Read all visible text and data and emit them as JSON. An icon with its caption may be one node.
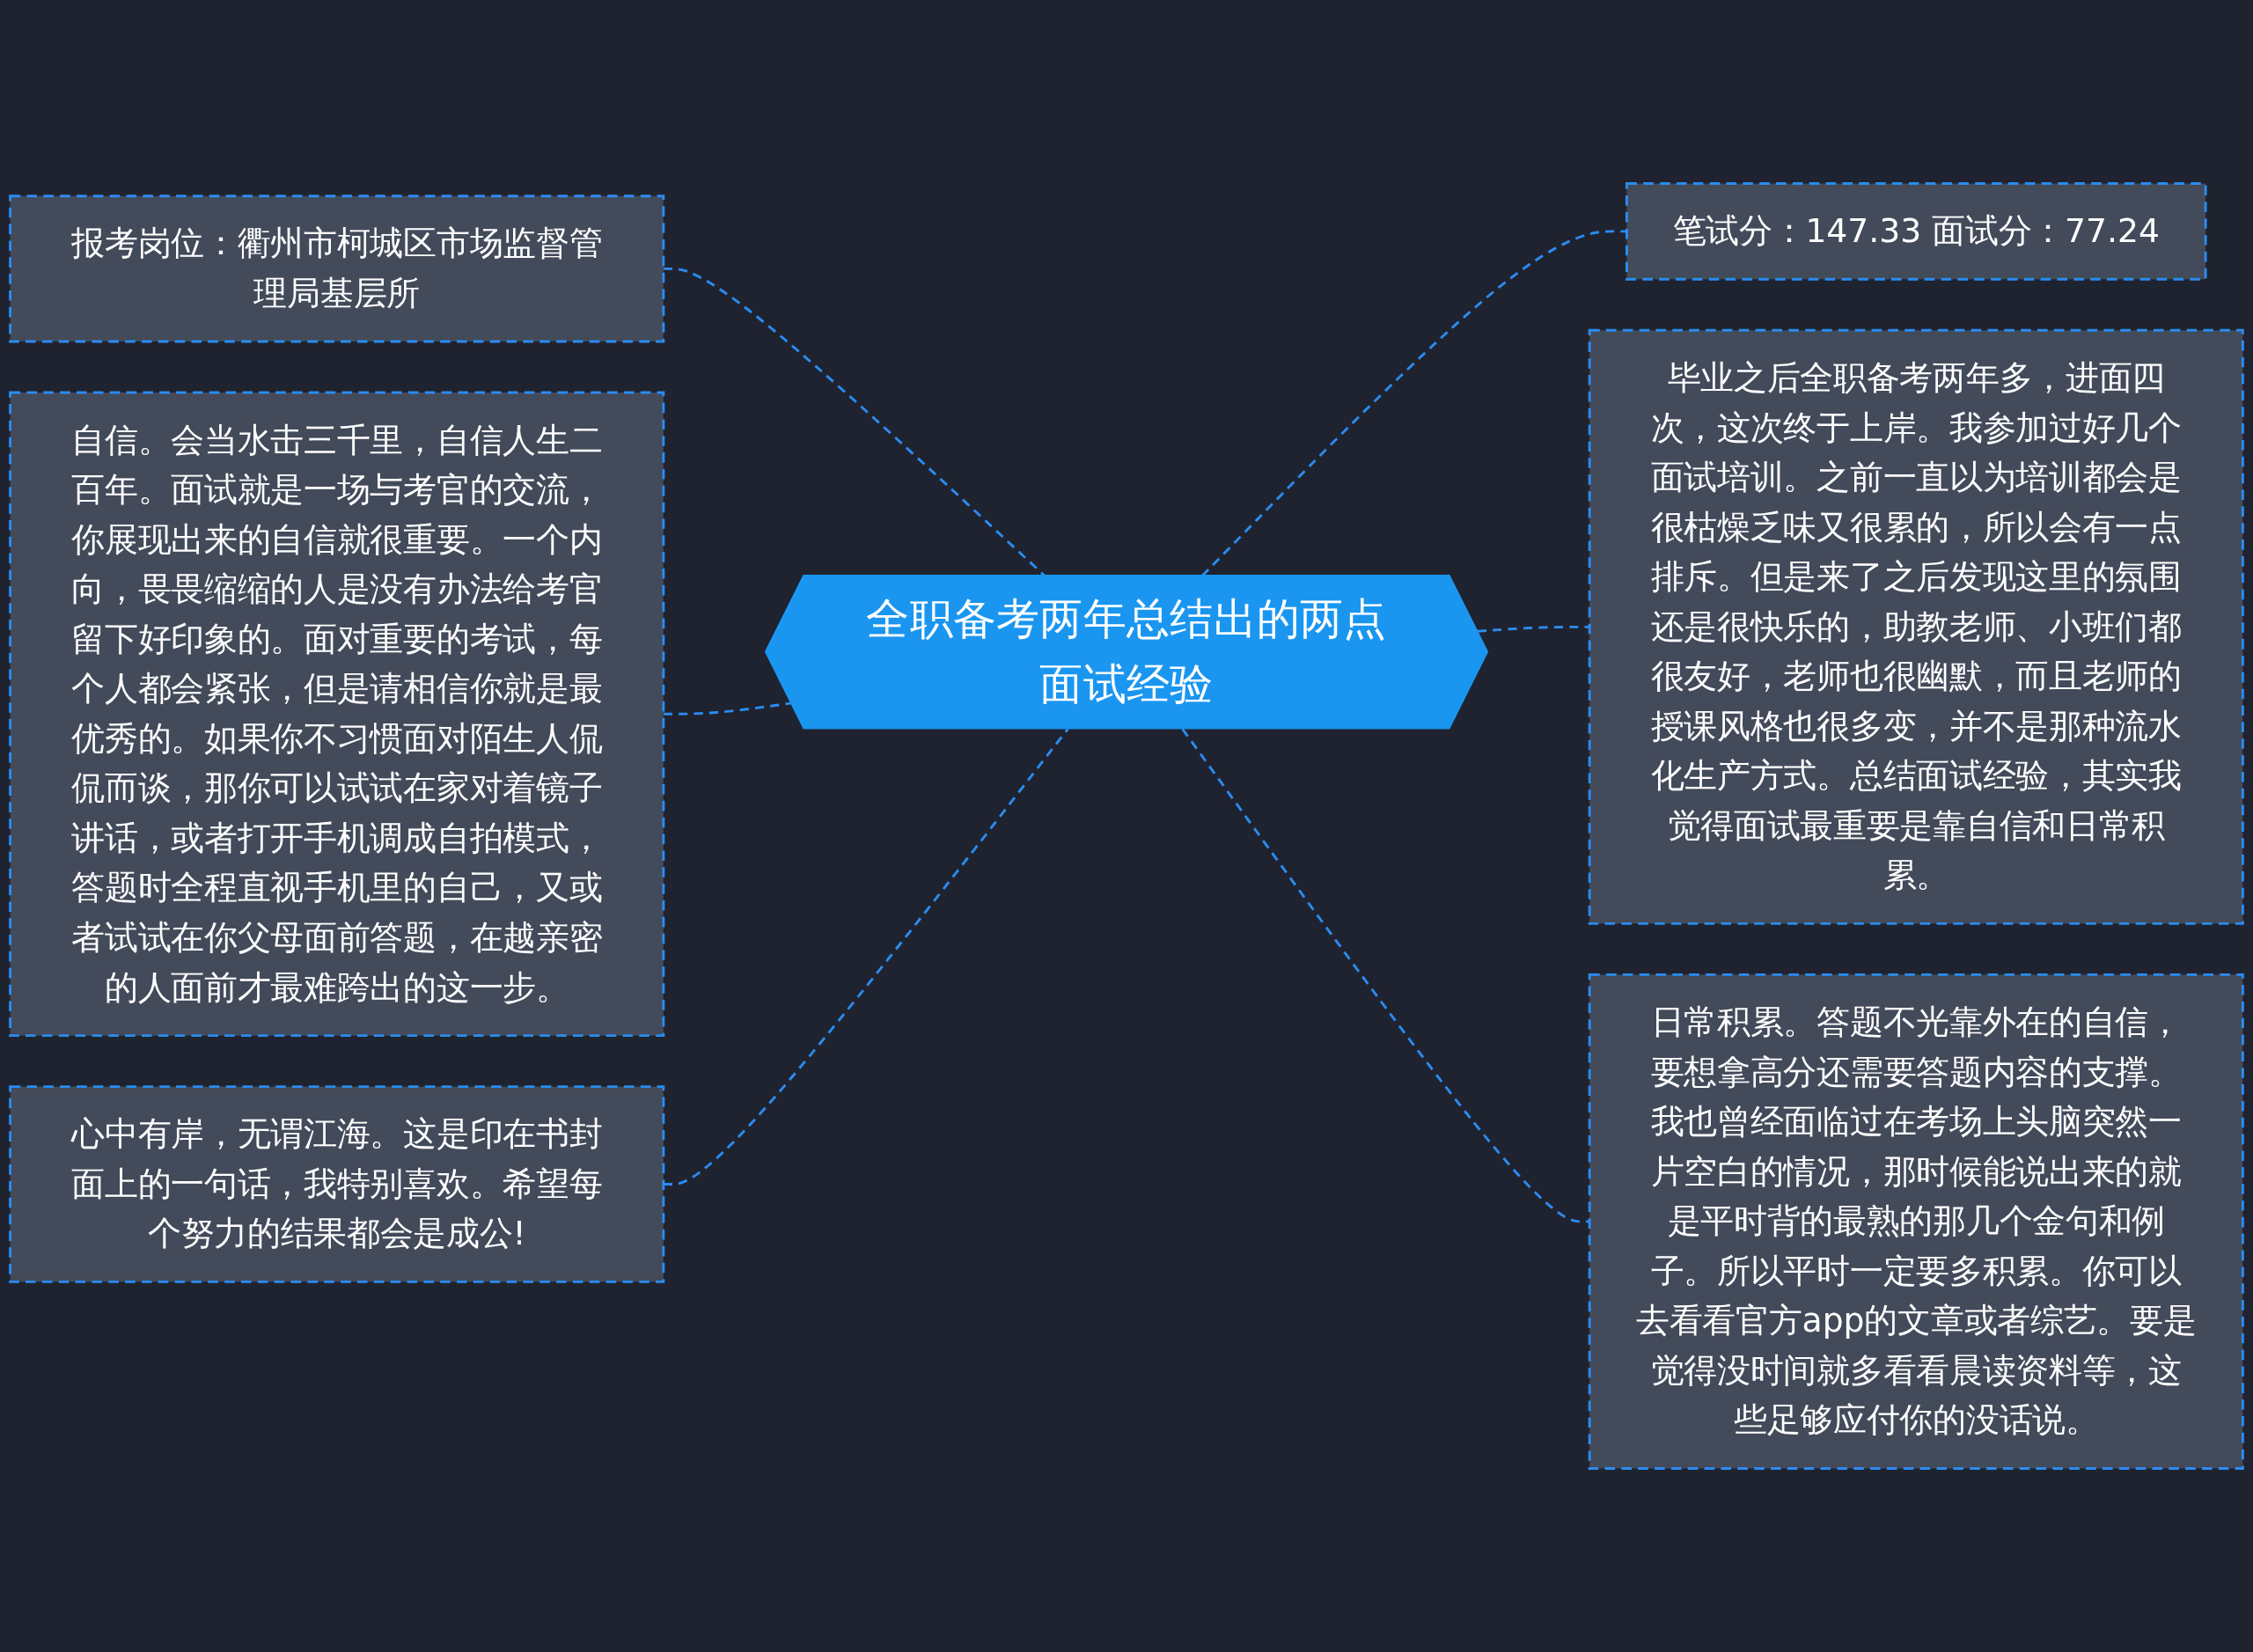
{
  "diagram": {
    "nodes": [
      {
        "text": [
          "全职备考两年总结出的两点面试经验"
        ]
      },
      {
        "text": [
          "报考岗位：衢州市柯城区市场监督管理局基层所"
        ]
      },
      {
        "text": [
          "自信。会当水击三千里，自信人生二百年。面试就是一场与考官的交流，你展现出来的自信就很重要。一个内向，畏畏缩缩的人是没有办法给考官留下好印象的。面对重要的考试，每个人都会紧张，但是请相信你就是最优秀的。如果你不习惯面对陌生人侃侃而谈，那你可以试试在家对着镜子讲话，或者打开手机调成自拍模式，答题时全程直视手机里的自己，又或者试试在你父母面前答题，在越亲密的人面前才最难跨出的这一步。"
        ]
      },
      {
        "text": [
          "心中有岸，无谓江海。这是印在书封面上的一句话，我特别喜欢。希望每个努力的结果都会是成公!"
        ]
      },
      {
        "text": [
          "笔试分：147.33 面试分：77.24"
        ]
      },
      {
        "text": [
          "毕业之后全职备考两年多，进面四次，这次终于上岸。我参加过好几个面试培训。之前一直以为培训都会是很枯燥乏味又很累的，所以会有一点排斥。但是来了之后发现这里的氛围还是很快乐的，助教老师、小班们都很友好，老师也很幽默，而且老师的授课风格也很多变，并不是那种流水化生产方式。总结面试经验，其实我觉得面试最重要是靠自信和日常积累。"
        ]
      },
      {
        "text": [
          "日常积累。答题不光靠外在的自信，要想拿高分还需要答题内容的支撑。我也曾经面临过在考场上头脑突然一片空白的情况，那时候能说出来的就是平时背的最熟的那几个金句和例子。所以平时一定要多积累。你可以去看看官方app的文章或者综艺。要是觉得没时间就多看看晨读资料等，这些足够应付你的没话说。"
        ]
      }
    ],
    "edges": [
      {
        "from": 0,
        "to": 1,
        "arrow": "none",
        "style": "dashed"
      },
      {
        "from": 0,
        "to": 2,
        "arrow": "none",
        "style": "dashed"
      },
      {
        "from": 0,
        "to": 3,
        "arrow": "none",
        "style": "dashed"
      },
      {
        "from": 0,
        "to": 4,
        "arrow": "none",
        "style": "dashed"
      },
      {
        "from": 0,
        "to": 5,
        "arrow": "none",
        "style": "dashed"
      },
      {
        "from": 0,
        "to": 6,
        "arrow": "none",
        "style": "dashed"
      }
    ]
  }
}
